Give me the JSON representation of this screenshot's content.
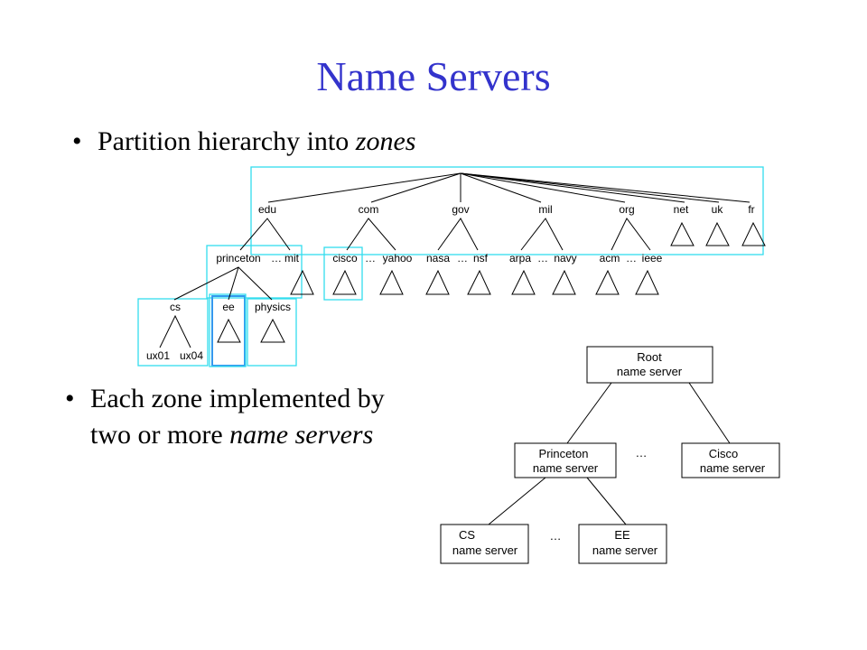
{
  "title": "Name Servers",
  "bullets": [
    {
      "marker": "•",
      "text_before": "Partition hierarchy into ",
      "emphasis": "zones",
      "text_after": ""
    },
    {
      "marker": "•",
      "line1": "Each zone implemented by",
      "line2_before": "two or more ",
      "line2_emphasis": "name servers"
    }
  ],
  "colors": {
    "title": "#3333cc",
    "zone": "#33ddee",
    "zone_highlight": "#3399ee",
    "lines": "#000000"
  },
  "tree": {
    "tld": [
      "edu",
      "com",
      "gov",
      "mil",
      "org",
      "net",
      "uk",
      "fr"
    ],
    "second_level": [
      "princeton",
      "mit",
      "cisco",
      "yahoo",
      "nasa",
      "nsf",
      "arpa",
      "navy",
      "acm",
      "ieee"
    ],
    "third_level": [
      "cs",
      "ee",
      "physics"
    ],
    "hosts": [
      "ux01",
      "ux04"
    ],
    "ellipsis": "…"
  },
  "servers": {
    "root": {
      "line1": "Root",
      "line2": "name server"
    },
    "princeton": {
      "line1": "Princeton",
      "line2": "name server"
    },
    "cisco": {
      "line1": "Cisco",
      "line2": "name server"
    },
    "cs": {
      "line1": "CS",
      "line2": "name server"
    },
    "ee": {
      "line1": "EE",
      "line2": "name server"
    },
    "ellipsis": "…"
  }
}
